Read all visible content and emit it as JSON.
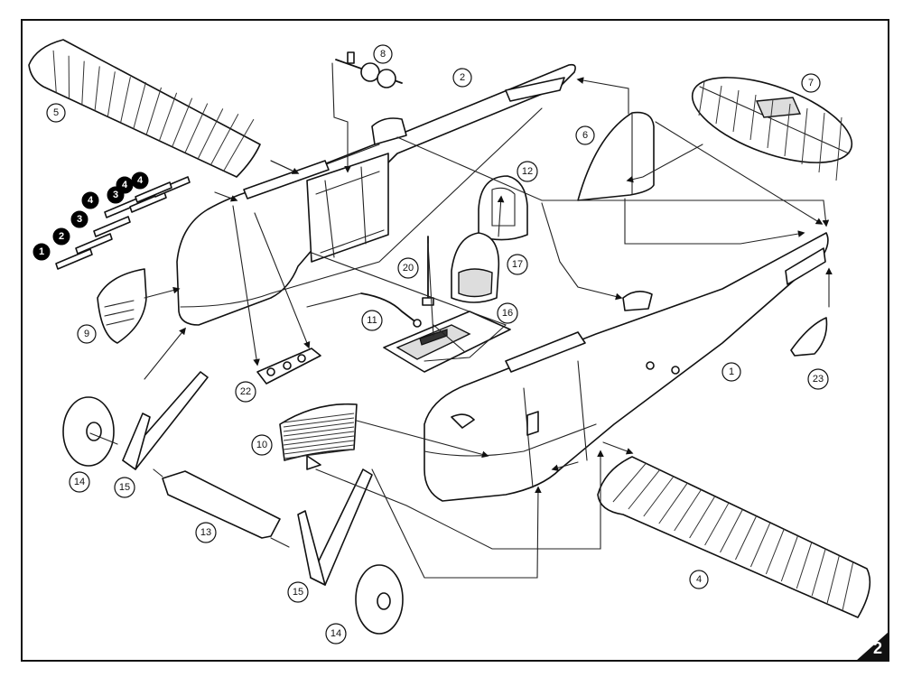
{
  "page_number": "2",
  "colors": {
    "ink": "#111111",
    "paper": "#ffffff",
    "badge_fill": "#000000"
  },
  "callouts": {
    "fuselage_right": "1",
    "fuselage_left": "2",
    "upper_wing_left": "5",
    "lower_wing_right": "4",
    "fin": "6",
    "stabilizer": "7",
    "engine_part": "8",
    "cowl_front": "9",
    "radiator": "10",
    "control_stick": "11",
    "seat_back": "12",
    "axle_fairing": "13",
    "wheel_left": "14",
    "wheel_right": "14",
    "strut_left": "15",
    "strut_right": "15",
    "floor": "16",
    "seat": "17",
    "stick_rod": "20",
    "plate": "22",
    "tailskid": "23"
  },
  "badges": [
    {
      "label": "1"
    },
    {
      "label": "2"
    },
    {
      "label": "3"
    },
    {
      "label": "4"
    },
    {
      "label": "3"
    },
    {
      "label": "4"
    },
    {
      "label": "4"
    }
  ]
}
